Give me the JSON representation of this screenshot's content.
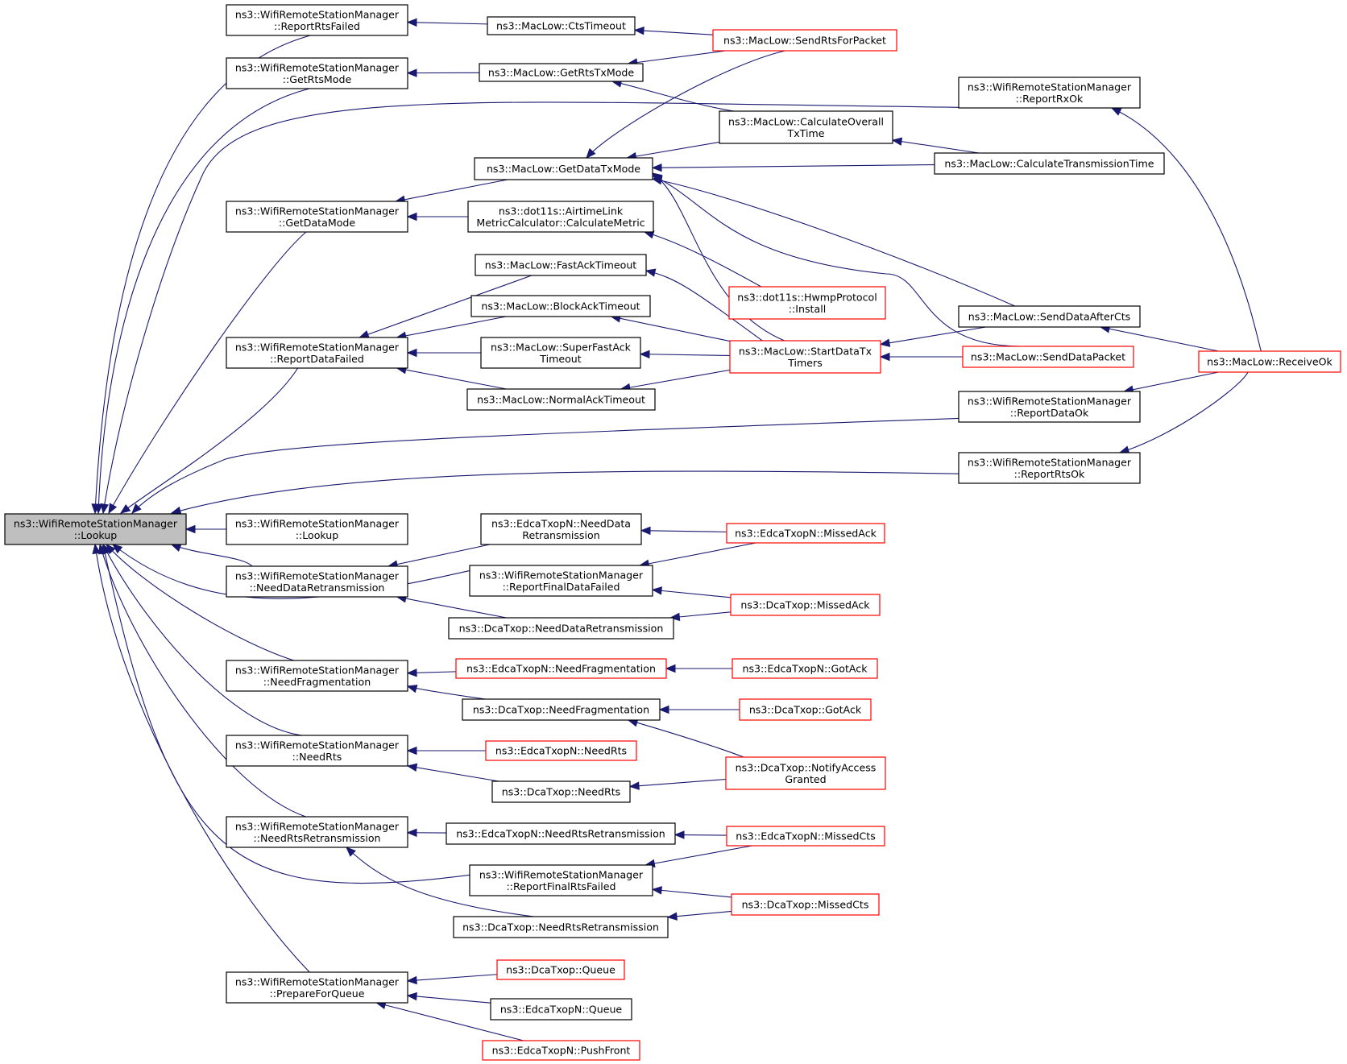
{
  "colors": {
    "edge": "#191970",
    "normal_border": "#000000",
    "truncated_border": "#ff0000",
    "root_fill": "#bfbfbf"
  },
  "nodes": {
    "lookup_root": {
      "lines": [
        "ns3::WifiRemoteStationManager",
        "::Lookup"
      ],
      "style": "root"
    },
    "lookup_self": {
      "lines": [
        "ns3::WifiRemoteStationManager",
        "::Lookup"
      ],
      "style": "normal"
    },
    "report_rts_failed": {
      "lines": [
        "ns3::WifiRemoteStationManager",
        "::ReportRtsFailed"
      ],
      "style": "normal"
    },
    "get_rts_mode": {
      "lines": [
        "ns3::WifiRemoteStationManager",
        "::GetRtsMode"
      ],
      "style": "normal"
    },
    "get_data_mode": {
      "lines": [
        "ns3::WifiRemoteStationManager",
        "::GetDataMode"
      ],
      "style": "normal"
    },
    "report_data_failed": {
      "lines": [
        "ns3::WifiRemoteStationManager",
        "::ReportDataFailed"
      ],
      "style": "normal"
    },
    "need_data_retx": {
      "lines": [
        "ns3::WifiRemoteStationManager",
        "::NeedDataRetransmission"
      ],
      "style": "normal"
    },
    "need_fragmentation": {
      "lines": [
        "ns3::WifiRemoteStationManager",
        "::NeedFragmentation"
      ],
      "style": "normal"
    },
    "need_rts": {
      "lines": [
        "ns3::WifiRemoteStationManager",
        "::NeedRts"
      ],
      "style": "normal"
    },
    "need_rts_retx": {
      "lines": [
        "ns3::WifiRemoteStationManager",
        "::NeedRtsRetransmission"
      ],
      "style": "normal"
    },
    "prepare_for_queue": {
      "lines": [
        "ns3::WifiRemoteStationManager",
        "::PrepareForQueue"
      ],
      "style": "normal"
    },
    "cts_timeout": {
      "lines": [
        "ns3::MacLow::CtsTimeout"
      ],
      "style": "normal"
    },
    "get_rts_tx_mode": {
      "lines": [
        "ns3::MacLow::GetRtsTxMode"
      ],
      "style": "normal"
    },
    "get_data_tx_mode": {
      "lines": [
        "ns3::MacLow::GetDataTxMode"
      ],
      "style": "normal"
    },
    "airtime_metric": {
      "lines": [
        "ns3::dot11s::AirtimeLink",
        "MetricCalculator::CalculateMetric"
      ],
      "style": "normal"
    },
    "fast_ack_timeout": {
      "lines": [
        "ns3::MacLow::FastAckTimeout"
      ],
      "style": "normal"
    },
    "block_ack_timeout": {
      "lines": [
        "ns3::MacLow::BlockAckTimeout"
      ],
      "style": "normal"
    },
    "super_fast_ack": {
      "lines": [
        "ns3::MacLow::SuperFastAck",
        "Timeout"
      ],
      "style": "normal"
    },
    "normal_ack_timeout": {
      "lines": [
        "ns3::MacLow::NormalAckTimeout"
      ],
      "style": "normal"
    },
    "edca_need_data_retx": {
      "lines": [
        "ns3::EdcaTxopN::NeedData",
        "Retransmission"
      ],
      "style": "normal"
    },
    "report_final_data_failed": {
      "lines": [
        "ns3::WifiRemoteStationManager",
        "::ReportFinalDataFailed"
      ],
      "style": "normal"
    },
    "dca_need_data_retx": {
      "lines": [
        "ns3::DcaTxop::NeedDataRetransmission"
      ],
      "style": "normal"
    },
    "edca_need_frag": {
      "lines": [
        "ns3::EdcaTxopN::NeedFragmentation"
      ],
      "style": "red"
    },
    "dca_need_frag": {
      "lines": [
        "ns3::DcaTxop::NeedFragmentation"
      ],
      "style": "normal"
    },
    "edca_need_rts": {
      "lines": [
        "ns3::EdcaTxopN::NeedRts"
      ],
      "style": "red"
    },
    "dca_need_rts": {
      "lines": [
        "ns3::DcaTxop::NeedRts"
      ],
      "style": "normal"
    },
    "edca_need_rts_retx": {
      "lines": [
        "ns3::EdcaTxopN::NeedRtsRetransmission"
      ],
      "style": "normal"
    },
    "report_final_rts_failed": {
      "lines": [
        "ns3::WifiRemoteStationManager",
        "::ReportFinalRtsFailed"
      ],
      "style": "normal"
    },
    "dca_need_rts_retx": {
      "lines": [
        "ns3::DcaTxop::NeedRtsRetransmission"
      ],
      "style": "normal"
    },
    "dca_queue": {
      "lines": [
        "ns3::DcaTxop::Queue"
      ],
      "style": "red"
    },
    "edca_queue": {
      "lines": [
        "ns3::EdcaTxopN::Queue"
      ],
      "style": "normal"
    },
    "edca_push_front": {
      "lines": [
        "ns3::EdcaTxopN::PushFront"
      ],
      "style": "red"
    },
    "send_rts_for_packet": {
      "lines": [
        "ns3::MacLow::SendRtsForPacket"
      ],
      "style": "red"
    },
    "calc_overall_tx": {
      "lines": [
        "ns3::MacLow::CalculateOverall",
        "TxTime"
      ],
      "style": "normal"
    },
    "hwmp_install": {
      "lines": [
        "ns3::dot11s::HwmpProtocol",
        "::Install"
      ],
      "style": "red"
    },
    "start_data_tx_timers": {
      "lines": [
        "ns3::MacLow::StartDataTx",
        "Timers"
      ],
      "style": "red"
    },
    "edca_missed_ack": {
      "lines": [
        "ns3::EdcaTxopN::MissedAck"
      ],
      "style": "red"
    },
    "dca_missed_ack": {
      "lines": [
        "ns3::DcaTxop::MissedAck"
      ],
      "style": "red"
    },
    "edca_got_ack": {
      "lines": [
        "ns3::EdcaTxopN::GotAck"
      ],
      "style": "red"
    },
    "dca_got_ack": {
      "lines": [
        "ns3::DcaTxop::GotAck"
      ],
      "style": "red"
    },
    "dca_notify_access": {
      "lines": [
        "ns3::DcaTxop::NotifyAccess",
        "Granted"
      ],
      "style": "red"
    },
    "edca_missed_cts": {
      "lines": [
        "ns3::EdcaTxopN::MissedCts"
      ],
      "style": "red"
    },
    "dca_missed_cts": {
      "lines": [
        "ns3::DcaTxop::MissedCts"
      ],
      "style": "red"
    },
    "report_rx_ok": {
      "lines": [
        "ns3::WifiRemoteStationManager",
        "::ReportRxOk"
      ],
      "style": "normal"
    },
    "calc_transmission_time": {
      "lines": [
        "ns3::MacLow::CalculateTransmissionTime"
      ],
      "style": "normal"
    },
    "send_data_after_cts": {
      "lines": [
        "ns3::MacLow::SendDataAfterCts"
      ],
      "style": "normal"
    },
    "send_data_packet": {
      "lines": [
        "ns3::MacLow::SendDataPacket"
      ],
      "style": "red"
    },
    "report_data_ok": {
      "lines": [
        "ns3::WifiRemoteStationManager",
        "::ReportDataOk"
      ],
      "style": "normal"
    },
    "report_rts_ok": {
      "lines": [
        "ns3::WifiRemoteStationManager",
        "::ReportRtsOk"
      ],
      "style": "normal"
    },
    "receive_ok": {
      "lines": [
        "ns3::MacLow::ReceiveOk"
      ],
      "style": "red"
    }
  },
  "edges": [
    [
      "lookup_self",
      "lookup_root"
    ],
    [
      "report_rts_failed",
      "lookup_root"
    ],
    [
      "get_rts_mode",
      "lookup_root"
    ],
    [
      "get_data_mode",
      "lookup_root"
    ],
    [
      "report_data_failed",
      "lookup_root"
    ],
    [
      "report_rx_ok",
      "lookup_root"
    ],
    [
      "report_data_ok",
      "lookup_root"
    ],
    [
      "report_rts_ok",
      "lookup_root"
    ],
    [
      "need_data_retx",
      "lookup_root"
    ],
    [
      "report_final_data_failed",
      "lookup_root"
    ],
    [
      "need_fragmentation",
      "lookup_root"
    ],
    [
      "need_rts",
      "lookup_root"
    ],
    [
      "need_rts_retx",
      "lookup_root"
    ],
    [
      "report_final_rts_failed",
      "lookup_root"
    ],
    [
      "prepare_for_queue",
      "lookup_root"
    ],
    [
      "cts_timeout",
      "report_rts_failed"
    ],
    [
      "get_rts_tx_mode",
      "get_rts_mode"
    ],
    [
      "get_data_tx_mode",
      "get_data_mode"
    ],
    [
      "airtime_metric",
      "get_data_mode"
    ],
    [
      "fast_ack_timeout",
      "report_data_failed"
    ],
    [
      "block_ack_timeout",
      "report_data_failed"
    ],
    [
      "super_fast_ack",
      "report_data_failed"
    ],
    [
      "normal_ack_timeout",
      "report_data_failed"
    ],
    [
      "edca_need_data_retx",
      "need_data_retx"
    ],
    [
      "dca_need_data_retx",
      "need_data_retx"
    ],
    [
      "edca_need_frag",
      "need_fragmentation"
    ],
    [
      "dca_need_frag",
      "need_fragmentation"
    ],
    [
      "edca_need_rts",
      "need_rts"
    ],
    [
      "dca_need_rts",
      "need_rts"
    ],
    [
      "edca_need_rts_retx",
      "need_rts_retx"
    ],
    [
      "dca_need_rts_retx",
      "need_rts_retx"
    ],
    [
      "dca_queue",
      "prepare_for_queue"
    ],
    [
      "edca_queue",
      "prepare_for_queue"
    ],
    [
      "edca_push_front",
      "prepare_for_queue"
    ],
    [
      "send_rts_for_packet",
      "cts_timeout"
    ],
    [
      "send_rts_for_packet",
      "get_rts_tx_mode"
    ],
    [
      "calc_overall_tx",
      "get_rts_tx_mode"
    ],
    [
      "send_rts_for_packet",
      "get_data_tx_mode"
    ],
    [
      "calc_overall_tx",
      "get_data_tx_mode"
    ],
    [
      "calc_transmission_time",
      "get_data_tx_mode"
    ],
    [
      "send_data_after_cts",
      "get_data_tx_mode"
    ],
    [
      "start_data_tx_timers",
      "get_data_tx_mode"
    ],
    [
      "send_data_packet",
      "get_data_tx_mode"
    ],
    [
      "hwmp_install",
      "airtime_metric"
    ],
    [
      "start_data_tx_timers",
      "fast_ack_timeout"
    ],
    [
      "start_data_tx_timers",
      "block_ack_timeout"
    ],
    [
      "start_data_tx_timers",
      "super_fast_ack"
    ],
    [
      "start_data_tx_timers",
      "normal_ack_timeout"
    ],
    [
      "calc_transmission_time",
      "calc_overall_tx"
    ],
    [
      "send_data_after_cts",
      "start_data_tx_timers"
    ],
    [
      "send_data_packet",
      "start_data_tx_timers"
    ],
    [
      "receive_ok",
      "send_data_after_cts"
    ],
    [
      "receive_ok",
      "report_rx_ok"
    ],
    [
      "receive_ok",
      "report_data_ok"
    ],
    [
      "receive_ok",
      "report_rts_ok"
    ],
    [
      "edca_missed_ack",
      "edca_need_data_retx"
    ],
    [
      "edca_missed_ack",
      "report_final_data_failed"
    ],
    [
      "dca_missed_ack",
      "report_final_data_failed"
    ],
    [
      "dca_missed_ack",
      "dca_need_data_retx"
    ],
    [
      "edca_got_ack",
      "edca_need_frag"
    ],
    [
      "dca_got_ack",
      "dca_need_frag"
    ],
    [
      "dca_notify_access",
      "dca_need_frag"
    ],
    [
      "dca_notify_access",
      "dca_need_rts"
    ],
    [
      "edca_missed_cts",
      "edca_need_rts_retx"
    ],
    [
      "edca_missed_cts",
      "report_final_rts_failed"
    ],
    [
      "dca_missed_cts",
      "report_final_rts_failed"
    ],
    [
      "dca_missed_cts",
      "dca_need_rts_retx"
    ]
  ]
}
